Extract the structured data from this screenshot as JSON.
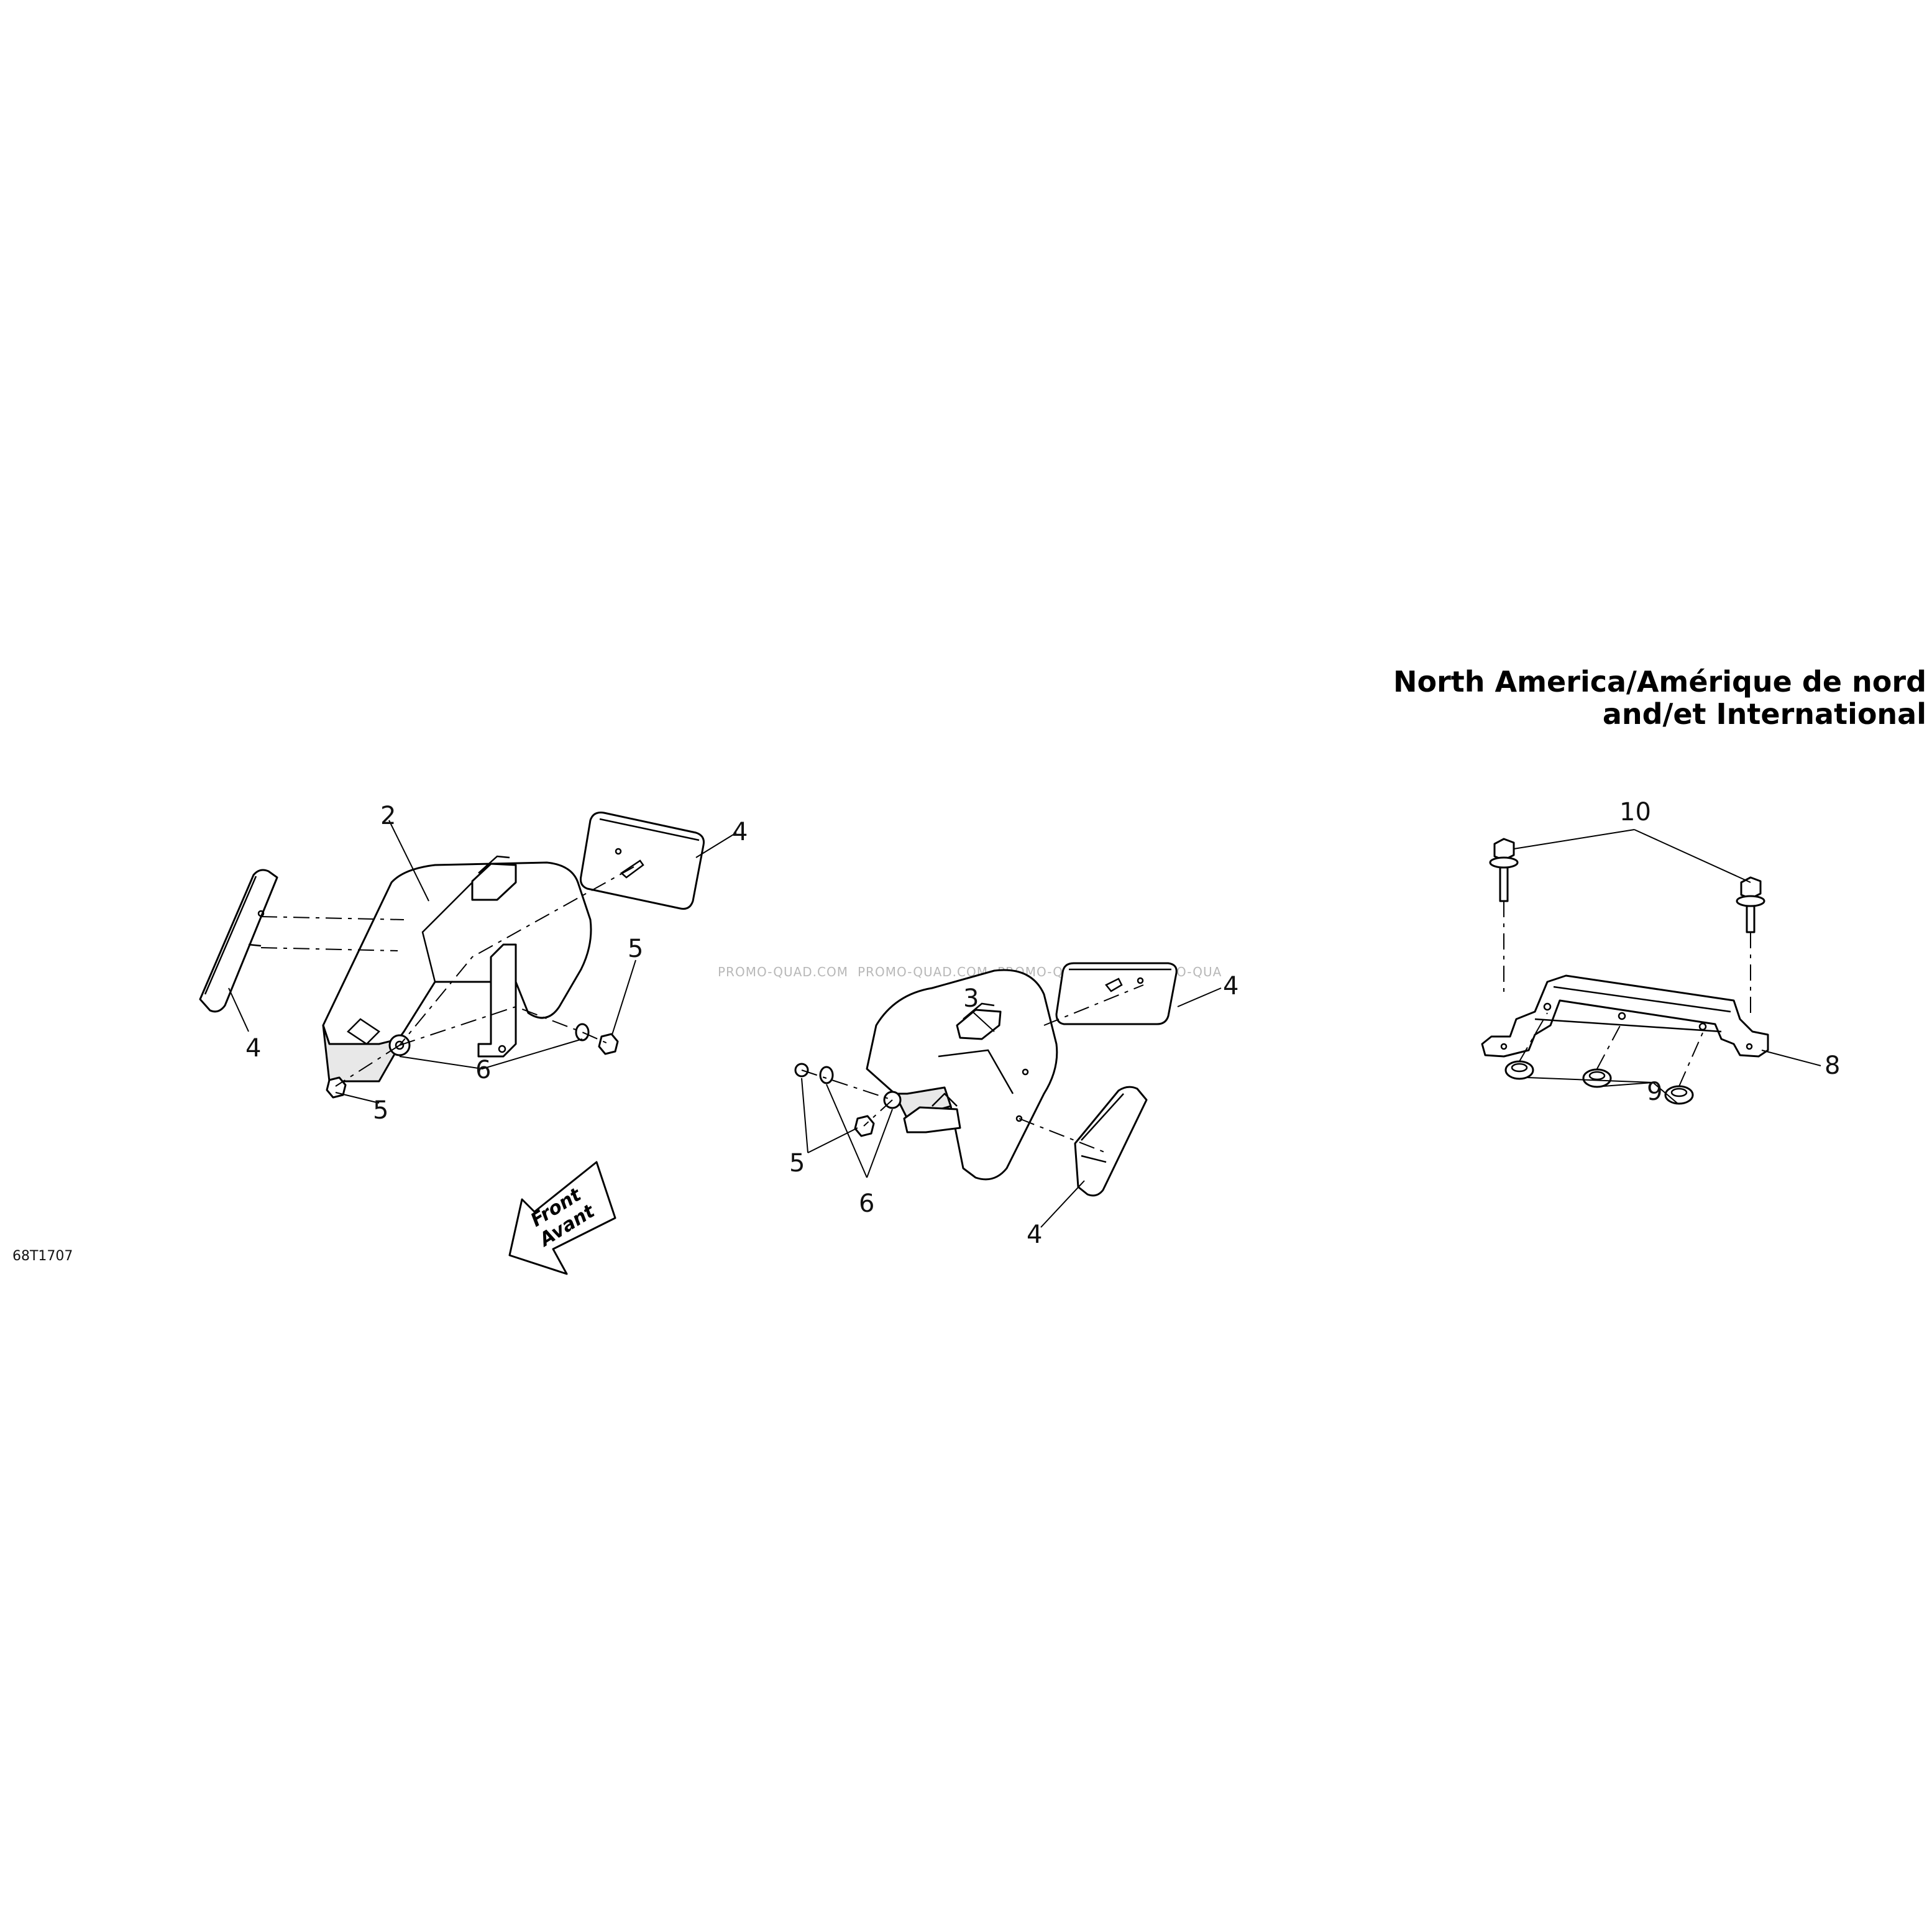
{
  "title": {
    "line1": "North America/Amérique de nord",
    "line2": "and/et International"
  },
  "reference_code": "68T1707",
  "direction_arrow": {
    "line1": "Front",
    "line2": "Avant"
  },
  "watermarks": [
    "PROMO-QUAD.COM",
    "PROMO-QUAD.COM",
    "PROMO-QUAD.COM",
    "PROMO-QUA"
  ],
  "callouts": {
    "left": {
      "c2": "2",
      "c4_top": "4",
      "c4_bottom": "4",
      "c5_right": "5",
      "c5_bottom": "5",
      "c6": "6"
    },
    "middle": {
      "c3": "3",
      "c4_top": "4",
      "c4_bottom": "4",
      "c5": "5",
      "c6": "6"
    },
    "right": {
      "c10": "10",
      "c8": "8",
      "c9": "9"
    }
  },
  "colors": {
    "line": "#000000",
    "background": "#ffffff",
    "watermark": "#b8b8b8"
  }
}
